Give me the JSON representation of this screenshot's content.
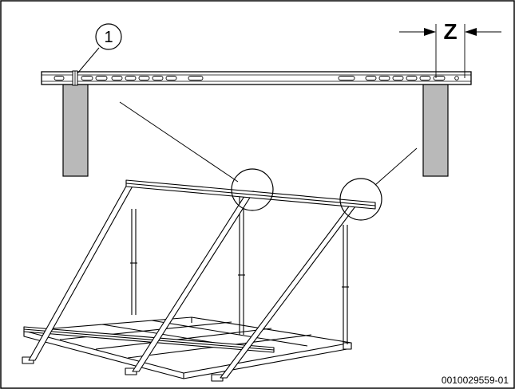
{
  "callouts": {
    "item_1": "1",
    "dimension_z": "Z"
  },
  "figure_id": "0010029559-01",
  "colors": {
    "stroke": "#000000",
    "post_fill": "#b9b9b9",
    "background": "#ffffff"
  }
}
